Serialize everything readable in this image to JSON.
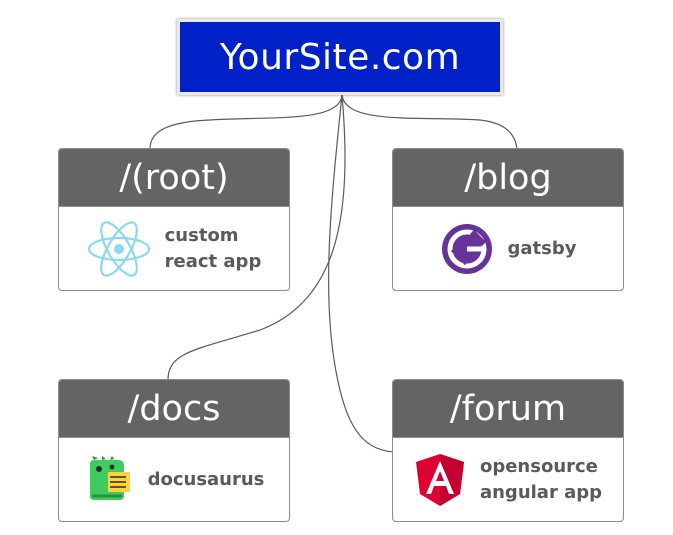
{
  "site": {
    "name": "YourSite.com"
  },
  "routes": [
    {
      "path": "/(root)",
      "app": "custom\nreact app",
      "icon": "react-icon"
    },
    {
      "path": "/blog",
      "app": "gatsby",
      "icon": "gatsby-icon"
    },
    {
      "path": "/docs",
      "app": "docusaurus",
      "icon": "docusaurus-icon"
    },
    {
      "path": "/forum",
      "app": "opensource\nangular app",
      "icon": "angular-icon"
    }
  ],
  "colors": {
    "site_box": "#0021c7",
    "card_header": "#646464",
    "card_border": "#8d8d8d",
    "label_text": "#5a5a5a",
    "connector": "#5a5a5a",
    "react": "#8dd8f0",
    "gatsby": "#663399",
    "docusaurus": "#3ecc5f",
    "angular": "#dd0031"
  }
}
